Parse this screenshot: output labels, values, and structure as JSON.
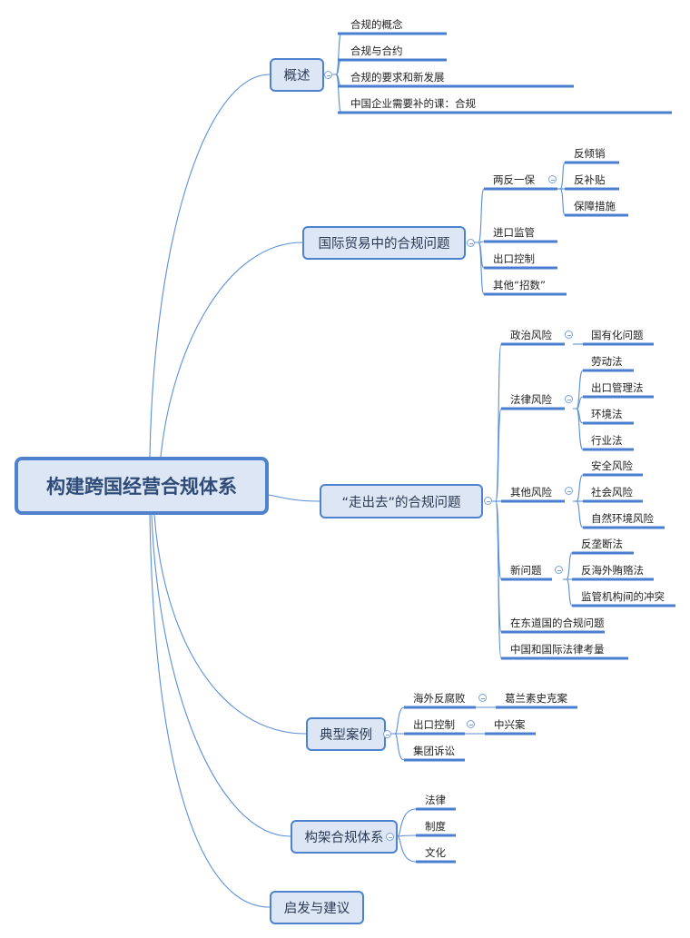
{
  "root": {
    "label": "构建跨国经营合规体系"
  },
  "colors": {
    "node_fill": "#dce6f4",
    "node_border": "#4e82cc",
    "connector": "#5b8fd6",
    "underline": "#4a7fcf"
  },
  "branches": [
    {
      "label": "概述",
      "children": [
        {
          "label": "合规的概念"
        },
        {
          "label": "合规与合约"
        },
        {
          "label": "合规的要求和新发展"
        },
        {
          "label": "中国企业需要补的课：合规"
        }
      ]
    },
    {
      "label": "国际贸易中的合规问题",
      "children": [
        {
          "label": "两反一保",
          "children": [
            {
              "label": "反倾销"
            },
            {
              "label": "反补贴"
            },
            {
              "label": "保障措施"
            }
          ]
        },
        {
          "label": "进口监管"
        },
        {
          "label": "出口控制"
        },
        {
          "label": "其他“招数”"
        }
      ]
    },
    {
      "label": "“走出去”的合规问题",
      "children": [
        {
          "label": "政治风险",
          "children": [
            {
              "label": "国有化问题"
            }
          ]
        },
        {
          "label": "法律风险",
          "children": [
            {
              "label": "劳动法"
            },
            {
              "label": "出口管理法"
            },
            {
              "label": "环境法"
            },
            {
              "label": "行业法"
            }
          ]
        },
        {
          "label": "其他风险",
          "children": [
            {
              "label": "安全风险"
            },
            {
              "label": "社会风险"
            },
            {
              "label": "自然环境风险"
            }
          ]
        },
        {
          "label": "新问题",
          "children": [
            {
              "label": "反垄断法"
            },
            {
              "label": "反海外贿赂法"
            },
            {
              "label": "监管机构间的冲突"
            }
          ]
        },
        {
          "label": "在东道国的合规问题"
        },
        {
          "label": "中国和国际法律考量"
        }
      ]
    },
    {
      "label": "典型案例",
      "children": [
        {
          "label": "海外反腐败",
          "children": [
            {
              "label": "葛兰素史克案"
            }
          ]
        },
        {
          "label": "出口控制",
          "children": [
            {
              "label": "中兴案"
            }
          ]
        },
        {
          "label": "集团诉讼"
        }
      ]
    },
    {
      "label": "构架合规体系",
      "children": [
        {
          "label": "法律"
        },
        {
          "label": "制度"
        },
        {
          "label": "文化"
        }
      ]
    },
    {
      "label": "启发与建议"
    }
  ]
}
